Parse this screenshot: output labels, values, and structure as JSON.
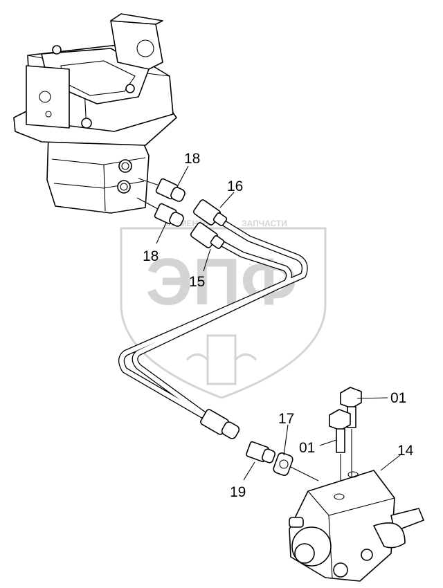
{
  "watermark": {
    "brand_letters": "ЭПФ",
    "left_text": "ЭЛЕМЕНТЫ",
    "right_text": "ЗАПЧАСТИ"
  },
  "callouts": [
    {
      "id": "c18a",
      "label": "18"
    },
    {
      "id": "c16",
      "label": "16"
    },
    {
      "id": "c18b",
      "label": "18"
    },
    {
      "id": "c15",
      "label": "15"
    },
    {
      "id": "c01a",
      "label": "01"
    },
    {
      "id": "c17",
      "label": "17"
    },
    {
      "id": "c01b",
      "label": "01"
    },
    {
      "id": "c14",
      "label": "14"
    },
    {
      "id": "c19",
      "label": "19"
    }
  ]
}
